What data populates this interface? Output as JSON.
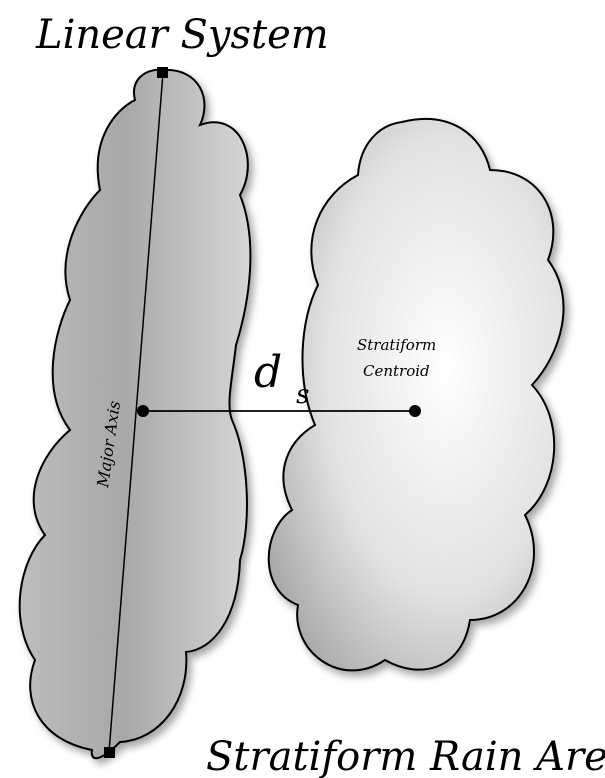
{
  "diagram": {
    "title_top": "Linear System",
    "title_bottom": "Stratiform Rain Area",
    "axis_label": "Major Axis",
    "centroid_label_line1": "Stratiform",
    "centroid_label_line2": "Centroid",
    "distance_symbol": "d",
    "distance_subscript": "s"
  },
  "colors": {
    "linear_fill_light": "#d9d9d9",
    "linear_fill_dark": "#9c9c9c",
    "strat_fill_center": "#ffffff",
    "strat_fill_edge": "#a9a9a9",
    "outline": "#000000"
  }
}
